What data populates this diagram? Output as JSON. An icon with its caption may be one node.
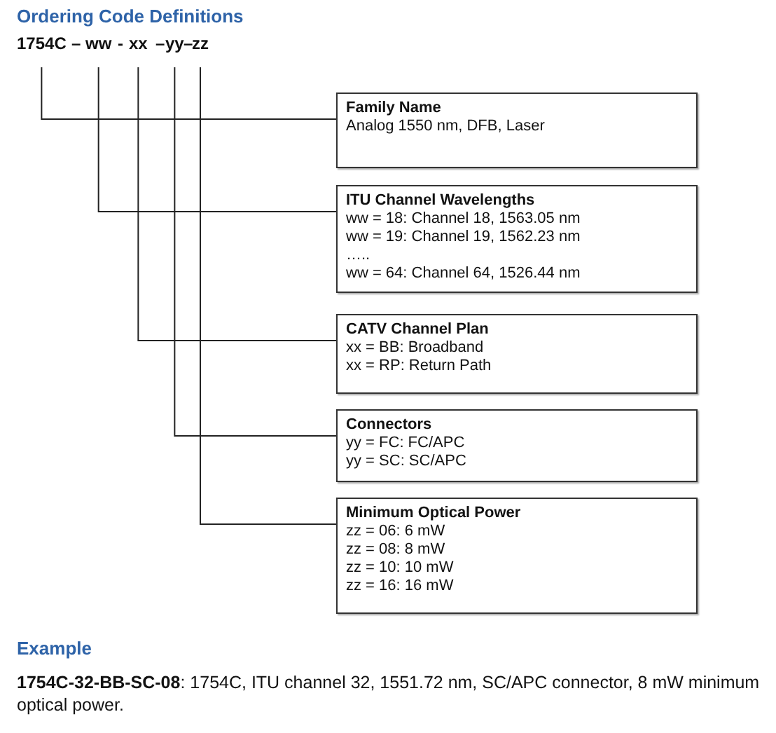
{
  "diagram": {
    "title": "Ordering Code Definitions",
    "nodes": [
      {
        "text": [
          "1754C"
        ]
      },
      {
        "text": [
          "ww"
        ]
      },
      {
        "text": [
          "xx"
        ]
      },
      {
        "text": [
          "yy"
        ]
      },
      {
        "text": [
          "zz"
        ]
      },
      {
        "text": [
          "Family Name",
          "Analog 1550 nm, DFB, Laser"
        ]
      },
      {
        "text": [
          "ITU Channel Wavelengths",
          "ww = 18: Channel 18, 1563.05 nm",
          "ww = 19: Channel 19, 1562.23 nm",
          "…..",
          "ww = 64: Channel 64, 1526.44 nm"
        ]
      },
      {
        "text": [
          "CATV Channel Plan",
          "xx = BB: Broadband",
          "xx = RP: Return Path"
        ]
      },
      {
        "text": [
          "Connectors",
          "yy = FC: FC/APC",
          "yy = SC: SC/APC"
        ]
      },
      {
        "text": [
          "Minimum Optical Power",
          "zz = 06: 6 mW",
          "zz = 08: 8 mW",
          "zz = 10: 10 mW",
          "zz = 16: 16 mW"
        ]
      }
    ],
    "edges": [
      {
        "from": 0,
        "to": 5,
        "arrow": "none"
      },
      {
        "from": 1,
        "to": 6,
        "arrow": "none"
      },
      {
        "from": 2,
        "to": 7,
        "arrow": "none"
      },
      {
        "from": 3,
        "to": 8,
        "arrow": "none"
      },
      {
        "from": 4,
        "to": 9,
        "arrow": "none"
      }
    ],
    "labels": [
      "–",
      "-",
      "–",
      "–",
      "Example",
      "**1754C-32-BB-SC-08**: 1754C, ITU channel 32, 1551.72 nm, SC/APC connector, 8 mW minimum optical power."
    ]
  }
}
